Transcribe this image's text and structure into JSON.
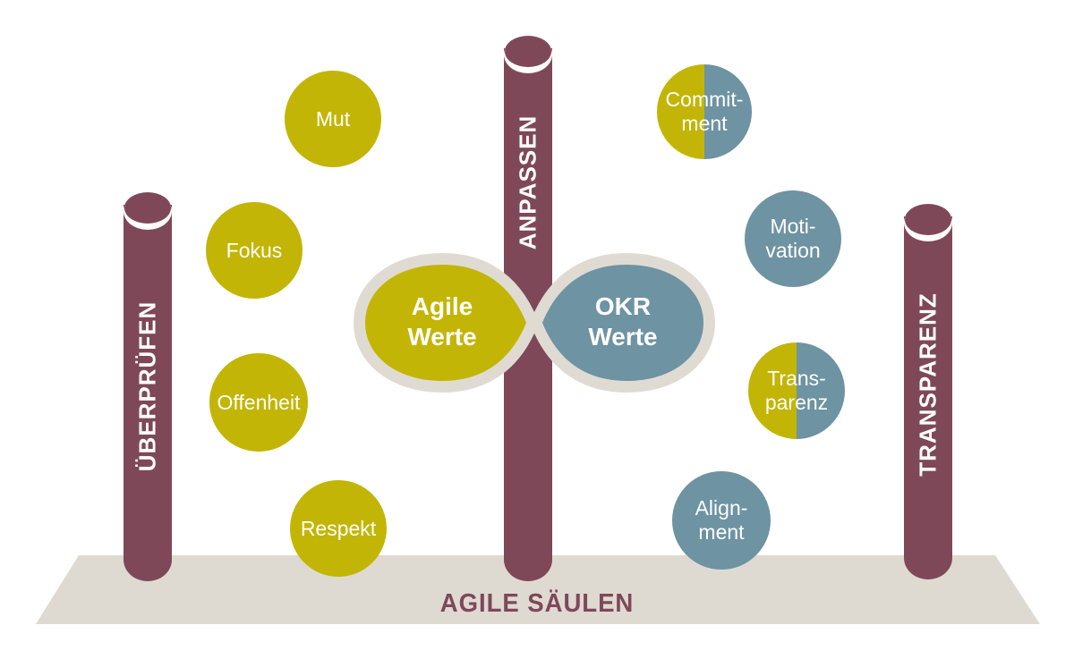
{
  "platform": {
    "label": "AGILE SÄULEN"
  },
  "colors": {
    "agile_yellow": "#c3b505",
    "okr_blue": "#6e93a2",
    "pillar_maroon": "#7f4858",
    "platform_gray": "#dedad2",
    "lens_outline_gray": "#dfdbd3",
    "text_on_shapes": "#ffffff"
  },
  "pillars": [
    {
      "label": "ÜBERPRÜFEN"
    },
    {
      "label": "ANPASSEN"
    },
    {
      "label": "TRANSPARENZ"
    }
  ],
  "lens": {
    "left": {
      "lines": [
        "Agile",
        "Werte"
      ]
    },
    "right": {
      "lines": [
        "OKR",
        "Werte"
      ]
    }
  },
  "circles": [
    {
      "name": "mut",
      "type": "agile",
      "lines": [
        "Mut"
      ]
    },
    {
      "name": "fokus",
      "type": "agile",
      "lines": [
        "Fokus"
      ]
    },
    {
      "name": "offenheit",
      "type": "agile",
      "lines": [
        "Offenheit"
      ]
    },
    {
      "name": "respekt",
      "type": "agile",
      "lines": [
        "Respekt"
      ]
    },
    {
      "name": "commitment",
      "type": "shared",
      "lines": [
        "Commit-",
        "ment"
      ]
    },
    {
      "name": "motivation",
      "type": "okr",
      "lines": [
        "Moti-",
        "vation"
      ]
    },
    {
      "name": "transparenz",
      "type": "shared",
      "lines": [
        "Trans-",
        "parenz"
      ]
    },
    {
      "name": "alignment",
      "type": "okr",
      "lines": [
        "Align-",
        "ment"
      ]
    }
  ]
}
